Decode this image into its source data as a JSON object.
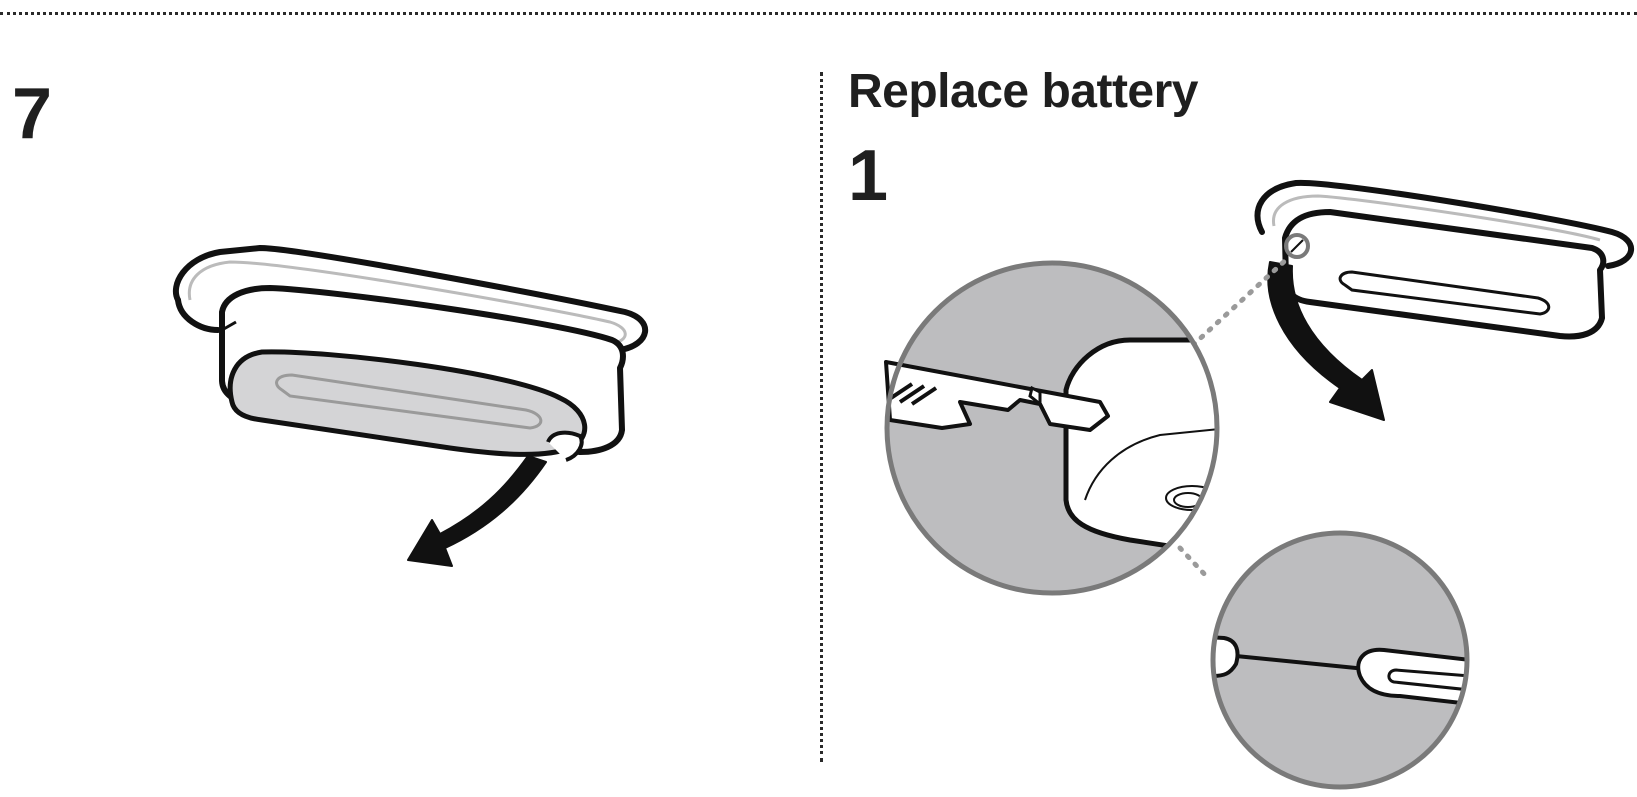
{
  "left_panel": {
    "step_number": "7"
  },
  "right_panel": {
    "section_title": "Replace battery",
    "step_number": "1"
  },
  "colors": {
    "outline": "#111111",
    "grey_fill": "#bdbdbf",
    "light_grey": "#d4d4d6",
    "zoom_border": "#7a7a7a",
    "divider": "#2a2a2a"
  },
  "icons": {
    "left": [
      "smoke-detector-icon",
      "curved-arrow-icon"
    ],
    "right": [
      "smoke-detector-icon",
      "curved-arrow-icon",
      "zoom-circle-icon",
      "screwdriver-icon",
      "latch-release-icon"
    ]
  }
}
